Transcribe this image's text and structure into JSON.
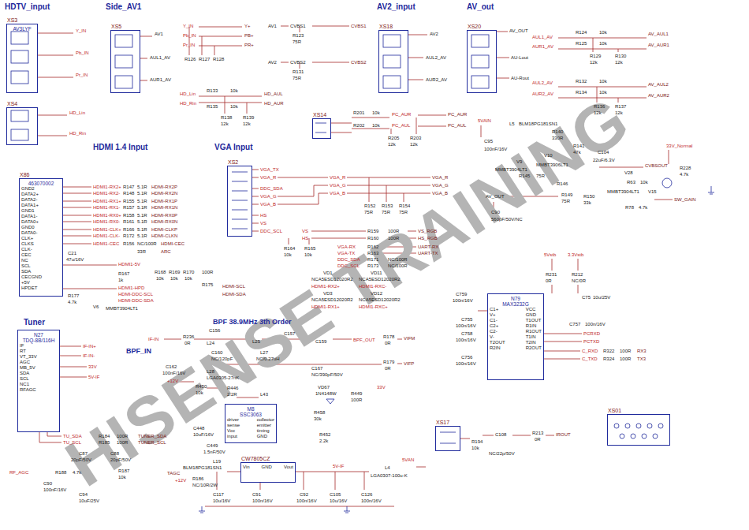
{
  "diagram": {
    "nodes": [
      {
        "text": [
          "XS3",
          "AV3LYF"
        ]
      },
      {
        "text": [
          "XS4"
        ]
      },
      {
        "text": [
          "XS5"
        ]
      },
      {
        "text": [
          "XS18"
        ]
      },
      {
        "text": [
          "XS20"
        ]
      },
      {
        "text": [
          "X86",
          "463070002",
          "GND2",
          "DATA2+",
          "DATA2-",
          "DATA1+",
          "GND1",
          "DATA1-",
          "DATA0+",
          "GND0",
          "DATA0-",
          "CLK+",
          "CLKS",
          "CLK-",
          "CEC",
          "NC",
          "SCL",
          "SDA",
          "CECGND",
          "+5V",
          "HPDET"
        ]
      },
      {
        "text": [
          "XS2"
        ]
      },
      {
        "text": [
          "XS14"
        ]
      },
      {
        "text": [
          "N27",
          "TDQ-8B/116H",
          "IF",
          "RT",
          "VT_33V",
          "AGC",
          "MB_5V",
          "SDA",
          "SCL",
          "NC1",
          "RFAGC"
        ]
      },
      {
        "text": [
          "M8",
          "SSC3063",
          "driver",
          "collector",
          "sense",
          "emitter",
          "Vcc",
          "timing",
          "input",
          "GND"
        ]
      },
      {
        "text": [
          "CW7805CZ",
          "Vin",
          "GND",
          "Vout"
        ]
      },
      {
        "text": [
          "N79",
          "MAX3232G",
          "C1+",
          "VCC",
          "V+",
          "GND",
          "C1-",
          "T1OUT",
          "C2+",
          "R1IN",
          "C2-",
          "R1OUT",
          "V-",
          "T1IN",
          "T2OUT",
          "T2IN",
          "R2IN",
          "R2OUT"
        ]
      },
      {
        "text": [
          "XS17"
        ]
      },
      {
        "text": [
          "XS01"
        ]
      }
    ],
    "labels": [
      "HDTV_input",
      "Side_AV1",
      "AV2_input",
      "AV_out",
      "HDMI 1.4 Input",
      "VGA Input",
      "Tuner",
      "BPF 38.9MHz 3th Order",
      "BPF_IN",
      "Y_IN",
      "Pb_IN",
      "Pr_IN",
      "HD_Lin",
      "HD_Rin",
      "AV1",
      "AUL1_AV",
      "AUR1_AV",
      "Y_IN",
      "Pb_IN",
      "Pr_IN",
      "Y+",
      "PB+",
      "PR+",
      "R126",
      "R127",
      "R128",
      "HD_Lin",
      "R133",
      "10k",
      "HD_AUL",
      "HD_Rin",
      "R135",
      "10k",
      "HD_AUR",
      "R138",
      "12k",
      "R139",
      "12k",
      "AV1",
      "CVBS1",
      "R123",
      "75R",
      "CVBS1",
      "AV2",
      "CVBS2",
      "R131",
      "75R",
      "CVBS2",
      "AV2",
      "AUL2_AV",
      "AUR2_AV",
      "AV_OUT",
      "AUL1_AV",
      "R124",
      "10k",
      "AV_AUL1",
      "AUR1_AV",
      "R125",
      "10k",
      "AV_AUR1",
      "R129",
      "12k",
      "R130",
      "12k",
      "AU-Lout",
      "AU-Rout",
      "AUL2_AV",
      "R132",
      "10k",
      "AV_AUL2",
      "AUR2_AV",
      "R134",
      "10k",
      "AV_AUR2",
      "R136",
      "12k",
      "R137",
      "12k",
      "R201",
      "R202",
      "10k",
      "PC_AUR",
      "10k",
      "PC_AUL",
      "PC_AUR",
      "PC_AUL",
      "R205",
      "12k",
      "R203",
      "12k",
      "5VAIN",
      "L5",
      "BLM18PG181SN1",
      "C95",
      "100nF/16V",
      "R140",
      "330R",
      "R141",
      "47k",
      "V9",
      "MMBT3904LT1",
      "V10",
      "MMBT3906LT1",
      "C104",
      "22uF/6.3V",
      "CVBSOUT",
      "33V_Normal",
      "R228",
      "4.7k",
      "V28",
      "R63",
      "10k",
      "V15",
      "MMBT3904LT1",
      "SW_GAIN",
      "AV_OUT",
      "C90",
      "560pF/50V/NC",
      "R145",
      "75R",
      "R146",
      "R149",
      "75R",
      "R150",
      "33k",
      "R78",
      "4.7k",
      "VGA_TX",
      "VGA_R",
      "DDC_SDA",
      "VGA_G",
      "VGA_B",
      "HS",
      "VS",
      "DDC_SCL",
      "VGA_R",
      "VGA_G",
      "VGA_B",
      "VGA_R",
      "VGA_G",
      "VGA_B",
      "R152",
      "75R",
      "R153",
      "75R",
      "R154",
      "75R",
      "VS",
      "HS",
      "R164",
      "10k",
      "R165",
      "10k",
      "R159",
      "R160",
      "100R",
      "100R",
      "VS_RGB",
      "HS_RGB",
      "VGA-RX",
      "VGA-TX",
      "R162",
      "R163",
      "UART-RX",
      "UART-TX",
      "DDC_SDA",
      "DDC_SCL",
      "R171",
      "R173",
      "NC/100R",
      "NC/100R",
      "HDMI1-RX2+",
      "HDMI1-RX2-",
      "HDMI1-RX1+",
      "HDMI1-RX1-",
      "HDMI1-RX0+",
      "HDMI1-RX0-",
      "HDMI1-CLK+",
      "HDMI1-CLK-",
      "R147",
      "R148",
      "R155",
      "R157",
      "R158",
      "R161",
      "R166",
      "R172",
      "5.1R",
      "5.1R",
      "5.1R",
      "5.1R",
      "5.1R",
      "5.1R",
      "5.1R",
      "5.1R",
      "HDMI-RX2P",
      "HDMI-RX2N",
      "HDMI-RX1P",
      "HDMI-RX1N",
      "HDMI-RX0P",
      "HDMI-RX0N",
      "HDMI-CLKP",
      "HDMI-CLKN",
      "HDMI1-CEC",
      "R156",
      "NC/100R",
      "HDMI-CEC",
      "33R",
      "ARC",
      "C21",
      "47u/16V",
      "HDMI1-5V",
      "R167",
      "1k",
      "HDMI1-HPD",
      "HDMI-DDC-SCL",
      "HDMI-DDC-SDA",
      "R168",
      "R169",
      "R170",
      "10k",
      "10k",
      "10k",
      "100R",
      "R175",
      "HDMI-SCL",
      "HDMI-SDA",
      "R177",
      "4.7k",
      "V6",
      "MMBT3904LT1",
      "VD1",
      "NCA5ESD12020R2",
      "HDMI1-RX2+",
      "VD3",
      "NCA5ESD12020R2",
      "HDMI1-RX1+",
      "VD11",
      "NCA5ESD12020R2",
      "HDMI1-RXC-",
      "VD12",
      "NCA5ESD12020R2",
      "HDMI1-RXC+",
      "IF-IN+",
      "IF-IN-",
      "33V",
      "5V-IF",
      "TU_SDA",
      "TU_SCL",
      "R184",
      "R185",
      "100R",
      "100R",
      "TUNER_SDA",
      "TUNER_SCL",
      "C87",
      "20pF/50V",
      "C88",
      "20pF/50V",
      "RF_AGC",
      "R188",
      "4.7k",
      "C90",
      "100nF/16V",
      "R187",
      "10k",
      "C94",
      "10uF/25V",
      "TAGC",
      "IF-IN",
      "R236",
      "0R",
      "C162",
      "100nF/16V",
      "C156",
      "L24",
      "L25",
      "C157",
      "C160",
      "NC/120pF",
      "L27",
      "NC/0.27uH",
      "C167",
      "NC/390pF/50V",
      "C159",
      "BPF_OUT",
      "R178",
      "0R",
      "VIFM",
      "R179",
      "0R",
      "VIFP",
      "L28",
      "LGA0305-27nK",
      "+12V",
      "R450",
      "10k",
      "R446",
      "2.2R",
      "L43",
      "VD67",
      "1N4148W",
      "R449",
      "100R",
      "33V",
      "R458",
      "30k",
      "R452",
      "2.2k",
      "C448",
      "10uF/16V",
      "C449",
      "1.5nF/50V",
      "L19",
      "BLM18PG181SN1",
      "+12V",
      "R186",
      "NC/10R/2W",
      "C117",
      "10u/16V",
      "C91",
      "100n/16V",
      "C92",
      "100n/16V",
      "C105",
      "10u/16V",
      "5V-IF",
      "L4",
      "LGA0307-100u-K",
      "5VAN",
      "C126",
      "100n/16V",
      "5Vstb",
      "3.3Vstb",
      "R231",
      "0R",
      "R212",
      "NC/0R",
      "C759",
      "100n/16V",
      "C755",
      "100n/16V",
      "C758",
      "100n/16V",
      "C756",
      "100n/16V",
      "C75",
      "10u/25V",
      "C757",
      "100n/16V",
      "PCRXD",
      "PCTXD",
      "C_RXD",
      "R322",
      "100R",
      "RX3",
      "C_TXD",
      "R324",
      "100R",
      "TX3",
      "R194",
      "10k",
      "C108",
      "NC/22p/50V",
      "R213",
      "0R",
      "IROUT",
      "HISENSE TRAINING"
    ]
  }
}
